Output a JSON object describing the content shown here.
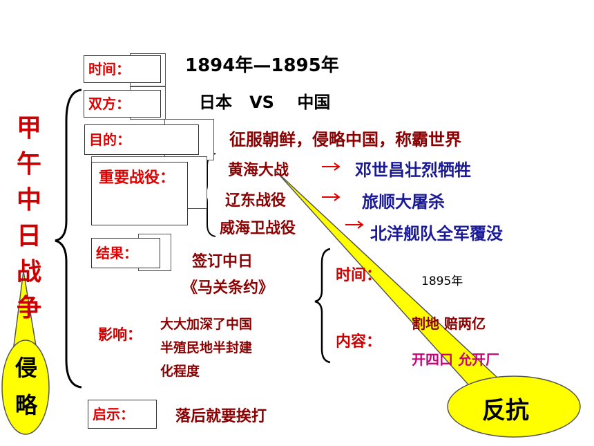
{
  "title_vertical": "甲午中日战争",
  "time_label": "时间：",
  "time_value": "1894年—1895年",
  "parties_label": "双方：",
  "parties_value": "日本   VS    中国",
  "purpose_label": "目的：",
  "purpose_value": "征服朝鲜，侵略中国，称霸世界",
  "battles_label": "重要战役：",
  "battles": [
    {
      "name": "黄海大战",
      "result": "邓世昌壮烈牺牲"
    },
    {
      "name": "辽东战役",
      "result": "旅顺大屠杀"
    },
    {
      "name": "威海卫战役",
      "result": "北洋舰队全军覆没"
    }
  ],
  "result_label": "结果：",
  "result_value_line1": "签订中日",
  "result_value_line2": "《马关条约》",
  "treaty_time_label": "时间：",
  "treaty_time_value": "1895年",
  "treaty_content_label": "内容：",
  "treaty_content_line1": "割地 赔两亿",
  "treaty_content_line2": "开四口 允开厂",
  "impact_label": "影响：",
  "impact_value_line1": "大大加深了中国",
  "impact_value_line2": "半殖民地半封建",
  "impact_value_line3": "化程度",
  "lesson_label": "启示：",
  "lesson_value": "落后就要挨打",
  "callout_invasion": "侵略",
  "callout_resistance": "反抗",
  "colors": {
    "label_red": "#e00000",
    "navy": "#1a1a99",
    "callout_yellow": "#ffff00"
  }
}
